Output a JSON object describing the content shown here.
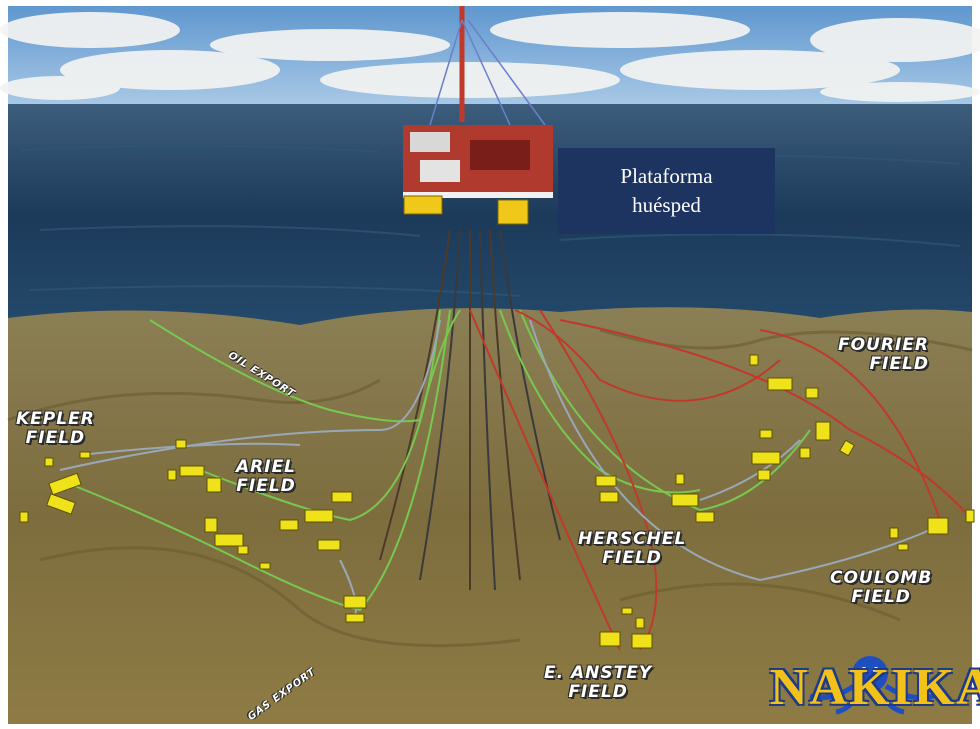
{
  "callout": {
    "line1": "Plataforma",
    "line2": "huésped"
  },
  "fields": {
    "kepler": [
      "KEPLER",
      "FIELD"
    ],
    "ariel": [
      "ARIEL",
      "FIELD"
    ],
    "fourier": [
      "FOURIER",
      "FIELD"
    ],
    "herschel": [
      "HERSCHEL",
      "FIELD"
    ],
    "coulomb": [
      "COULOMB",
      "FIELD"
    ],
    "anstey": [
      "E. ANSTEY",
      "FIELD"
    ]
  },
  "pipelines": {
    "oil_export": "OIL EXPORT",
    "gas_export": "GAS EXPORT"
  },
  "logo": {
    "text": "NAKIKA"
  },
  "colors": {
    "sky": "#7fb2de",
    "sea": "#1f3d5c",
    "seabed": "#8a7a45",
    "callout_bg": "#1e3460",
    "equipment": "#f0e21a",
    "line_green": "#78c850",
    "line_red": "#c0392b",
    "line_gray": "#9aa7b5"
  }
}
